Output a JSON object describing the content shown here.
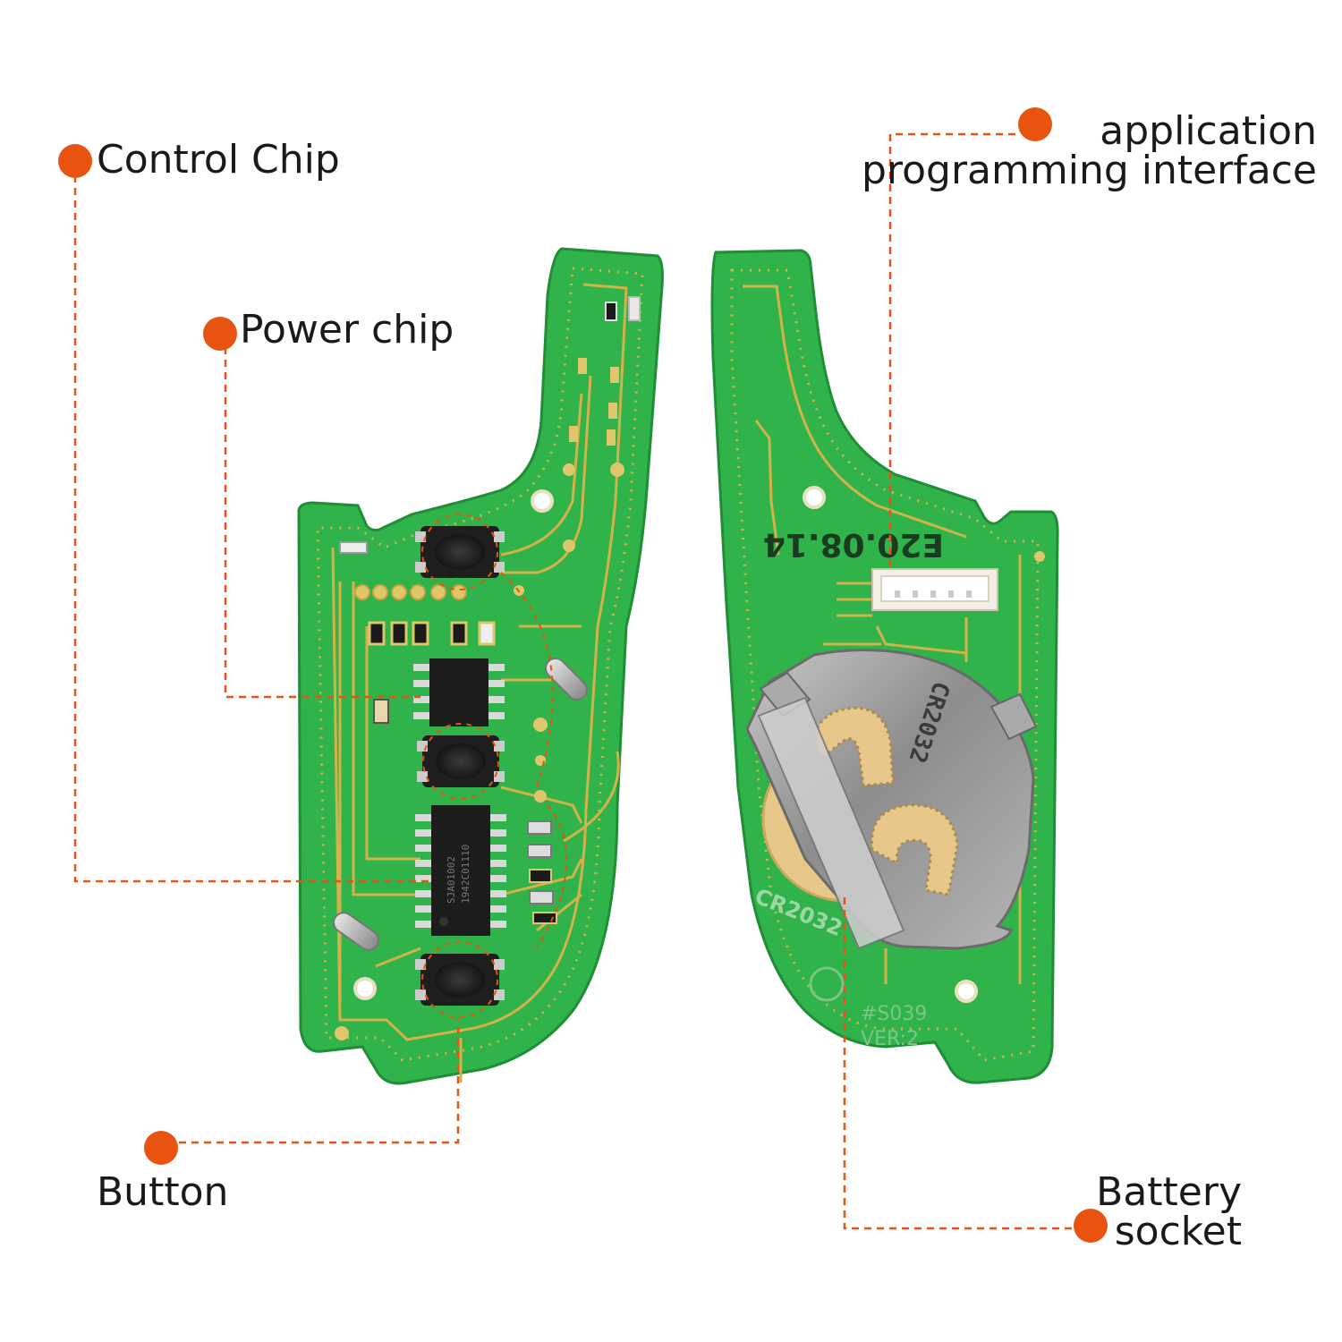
{
  "callouts": {
    "control_chip": "Control Chip",
    "power_chip": "Power chip",
    "button": "Button",
    "api_line1": "application",
    "api_line2": "programming interface",
    "battery_line1": "Battery",
    "battery_line2": "socket"
  },
  "board_markings": {
    "date_code": "E20.08.14",
    "battery_type": "CR2032",
    "board_id": "#S039",
    "version": "VER:2",
    "chip_line1": "SJA01002",
    "chip_line2": "1942C01110",
    "clip_text": "CR2032"
  },
  "colors": {
    "pcb_green": "#2fb34a",
    "pcb_edge": "#1f8e36",
    "trace_gold": "#d4b24a",
    "callout_orange": "#e8540f",
    "chip_black": "#1c1c1c",
    "battery_metal": "#9a9a9a"
  }
}
